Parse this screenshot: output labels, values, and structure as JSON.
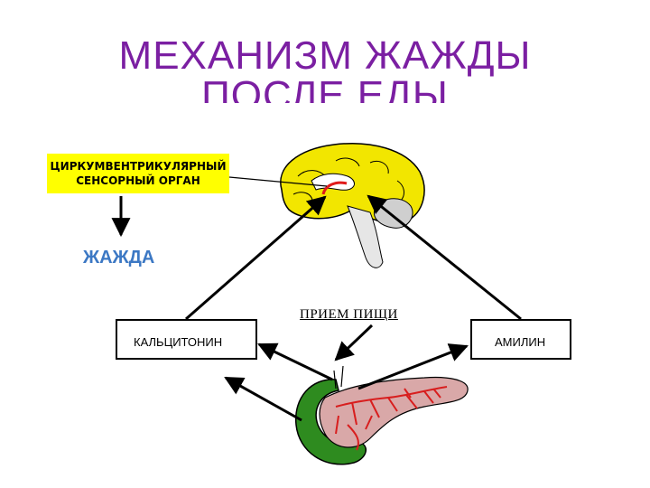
{
  "title": {
    "line1": "МЕХАНИЗМ  ЖАЖДЫ",
    "line2": "ПОСЛЕ  ЕДЫ"
  },
  "organ": {
    "line1": "ЦИРКУМВЕНТРИКУЛЯРНЫЙ",
    "line2": "СЕНСОРНЫЙ  ОРГАН"
  },
  "effect_label": "ЖАЖДА",
  "nodes": {
    "calcitonin": "КАЛЬЦИТОНИН",
    "amylin": "АМИЛИН",
    "food_intake": "ПРИЕМ  ПИЩИ"
  },
  "colors": {
    "title": "#7b1fa2",
    "organ_box": "#ffff00",
    "effect_label": "#3c78c4",
    "brain_cortex": "#f2e600",
    "pancreas_duodenum": "#2e8b1f",
    "pancreas_vessels": "#d81e1e"
  }
}
